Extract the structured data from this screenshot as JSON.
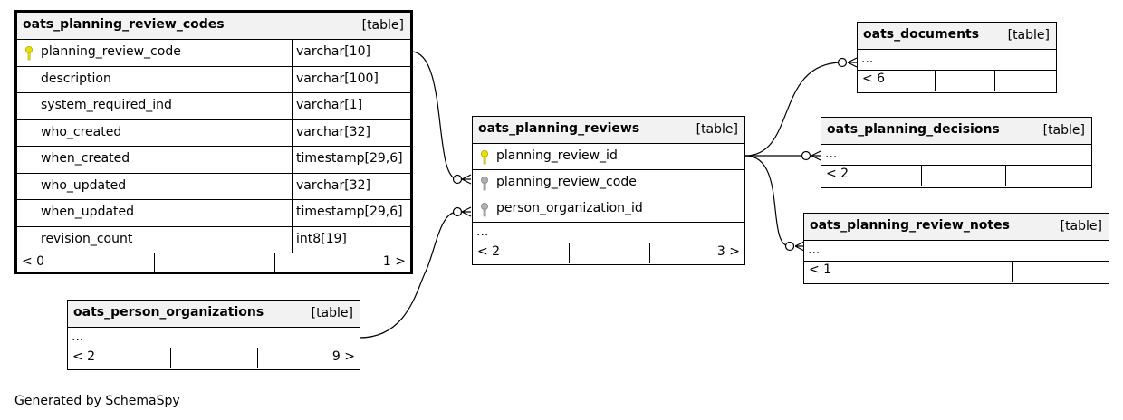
{
  "footer_text": "Generated by SchemaSpy",
  "table_tag": "[table]",
  "ellipsis": "...",
  "colors": {
    "primary_key": "#e8e000",
    "foreign_key": "#b0b0b0",
    "header_bg": "#f2f2f2"
  },
  "tables": {
    "planning_review_codes": {
      "name": "oats_planning_review_codes",
      "columns": [
        {
          "name": "planning_review_code",
          "type": "varchar[10]",
          "key": "primary"
        },
        {
          "name": "description",
          "type": "varchar[100]"
        },
        {
          "name": "system_required_ind",
          "type": "varchar[1]"
        },
        {
          "name": "who_created",
          "type": "varchar[32]"
        },
        {
          "name": "when_created",
          "type": "timestamp[29,6]"
        },
        {
          "name": "who_updated",
          "type": "varchar[32]"
        },
        {
          "name": "when_updated",
          "type": "timestamp[29,6]"
        },
        {
          "name": "revision_count",
          "type": "int8[19]"
        }
      ],
      "parents": "< 0",
      "children": "1 >"
    },
    "planning_reviews": {
      "name": "oats_planning_reviews",
      "columns": [
        {
          "name": "planning_review_id",
          "key": "primary"
        },
        {
          "name": "planning_review_code",
          "key": "foreign"
        },
        {
          "name": "person_organization_id",
          "key": "foreign"
        }
      ],
      "parents": "< 2",
      "children": "3 >"
    },
    "person_organizations": {
      "name": "oats_person_organizations",
      "parents": "< 2",
      "children": "9 >"
    },
    "documents": {
      "name": "oats_documents",
      "parents": "< 6"
    },
    "planning_decisions": {
      "name": "oats_planning_decisions",
      "parents": "< 2"
    },
    "planning_review_notes": {
      "name": "oats_planning_review_notes",
      "parents": "< 1"
    }
  }
}
